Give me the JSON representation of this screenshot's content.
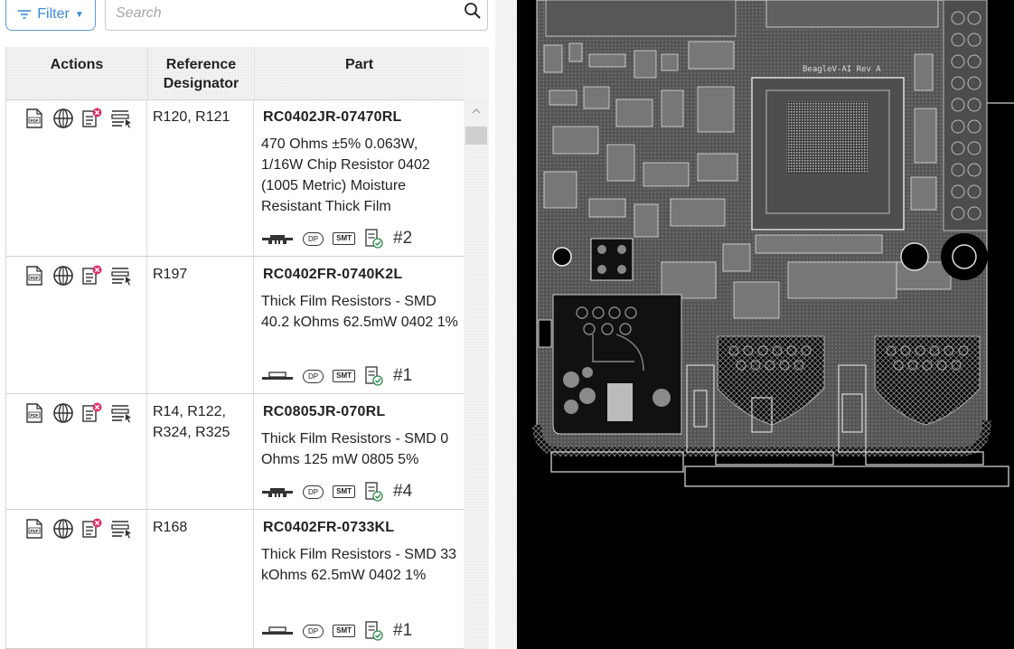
{
  "toolbar": {
    "filter_label": "Filter",
    "search_placeholder": "Search"
  },
  "grid": {
    "columns": [
      "Actions",
      "Reference\nDesignator",
      "Part"
    ],
    "col_actions": "Actions",
    "col_ref_line1": "Reference",
    "col_ref_line2": "Designator",
    "col_part": "Part",
    "rows": [
      {
        "ref": "R120, R121",
        "part_number": "RC0402JR-07470RL",
        "description": "470 Ohms ±5% 0.063W, 1/16W Chip Resistor 0402 (1005 Metric) Moisture Resistant Thick Film",
        "dp_label": "DP",
        "smt_label": "SMT",
        "qty": "#2"
      },
      {
        "ref": "R197",
        "part_number": "RC0402FR-0740K2L",
        "description": "Thick Film Resistors - SMD 40.2 kOhms 62.5mW 0402 1%",
        "dp_label": "DP",
        "smt_label": "SMT",
        "qty": "#1"
      },
      {
        "ref": "R14, R122, R324, R325",
        "part_number": "RC0805JR-070RL",
        "description": "Thick Film Resistors - SMD 0 Ohms 125 mW 0805 5%",
        "dp_label": "DP",
        "smt_label": "SMT",
        "qty": "#4"
      },
      {
        "ref": "R168",
        "part_number": "RC0402FR-0733KL",
        "description": "Thick Film Resistors - SMD 33 kOhms 62.5mW 0402 1%",
        "dp_label": "DP",
        "smt_label": "SMT",
        "qty": "#1"
      }
    ]
  },
  "pcb": {
    "silkscreen_label": "BeagleV-AI Rev A",
    "background_color": "#000000",
    "board_color": "#5a5a5a"
  },
  "colors": {
    "accent": "#3a8ad2",
    "delete_badge": "#e0306a",
    "check_badge": "#2a8a4a"
  }
}
